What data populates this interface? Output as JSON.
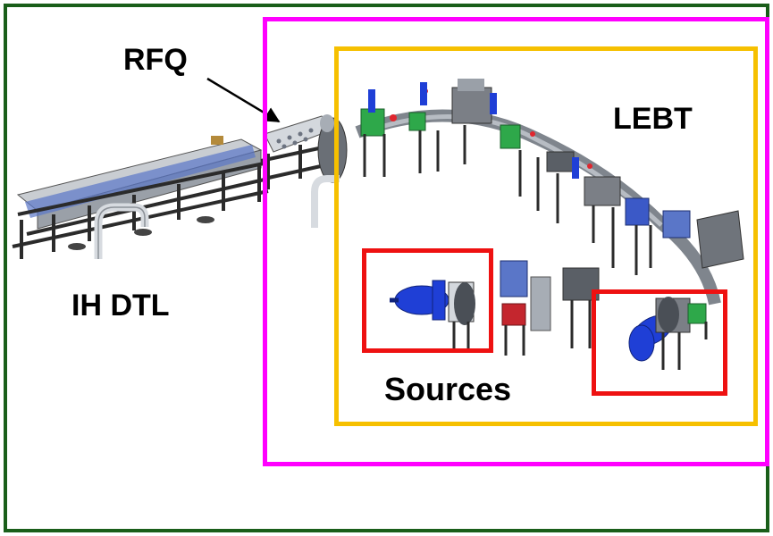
{
  "labels": {
    "rfq": "RFQ",
    "lebt": "LEBT",
    "ih_dtl": "IH DTL",
    "sources": "Sources"
  },
  "colors": {
    "outer_frame": "#1a5e1a",
    "rfq_region": "#ff00ff",
    "lebt_region": "#f6c000",
    "source_boxes": "#ee1111",
    "source_magnet": "#1f3fd6",
    "machinery": "#8a8f96"
  }
}
